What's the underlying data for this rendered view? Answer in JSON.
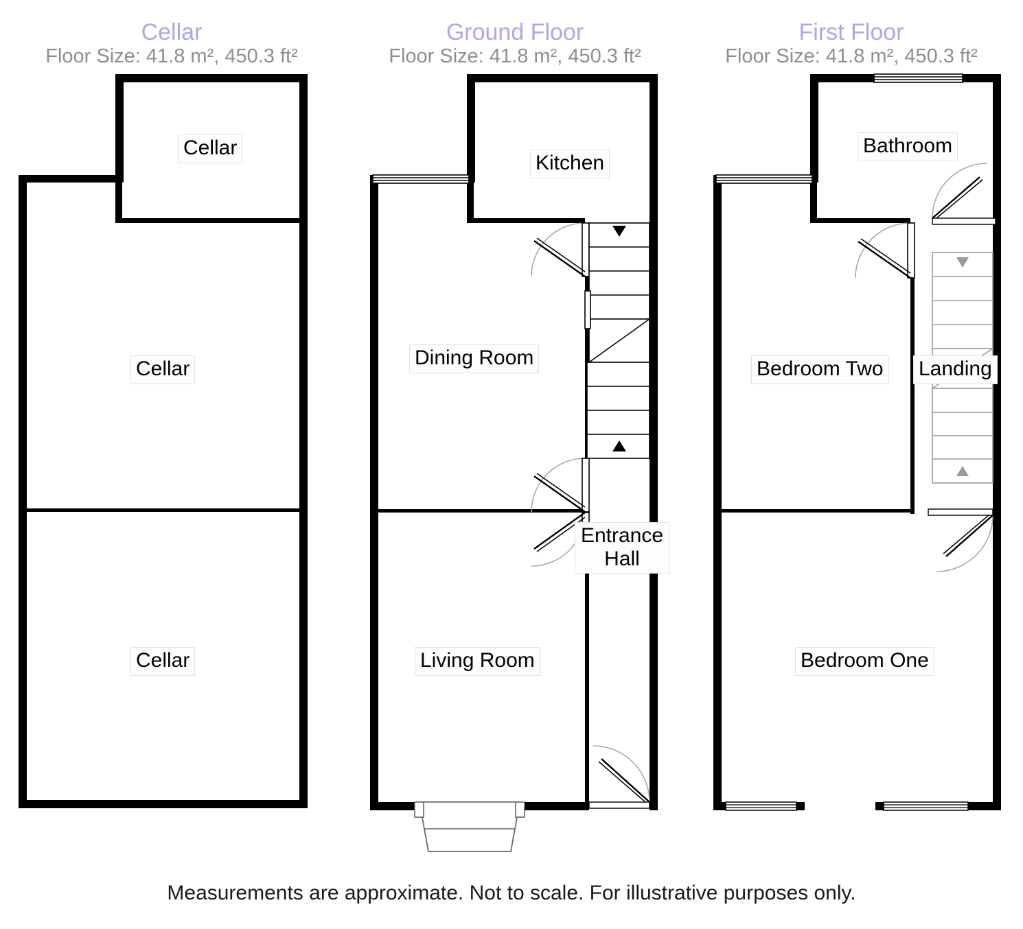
{
  "document": {
    "footer_note": "Measurements are approximate. Not to scale. For illustrative purposes only.",
    "title_color": "#a9a9ea",
    "size_color": "#8f8f8f",
    "wall_color": "#000000",
    "stair_color_ground": "#000000",
    "stair_color_first": "#9a9a9a"
  },
  "floors": [
    {
      "id": "cellar",
      "title": "Cellar",
      "floor_size": "Floor Size: 41.8 m², 450.3 ft²",
      "rooms": [
        {
          "name": "Cellar",
          "label": "Cellar"
        },
        {
          "name": "Cellar",
          "label": "Cellar"
        },
        {
          "name": "Cellar",
          "label": "Cellar"
        }
      ]
    },
    {
      "id": "ground",
      "title": "Ground Floor",
      "floor_size": "Floor Size: 41.8 m², 450.3 ft²",
      "rooms": [
        {
          "name": "Kitchen",
          "label": "Kitchen"
        },
        {
          "name": "Dining Room",
          "label": "Dining Room"
        },
        {
          "name": "Entrance Hall",
          "label": "Entrance Hall"
        },
        {
          "name": "Living Room",
          "label": "Living Room"
        }
      ]
    },
    {
      "id": "first",
      "title": "First Floor",
      "floor_size": "Floor Size: 41.8 m², 450.3 ft²",
      "rooms": [
        {
          "name": "Bathroom",
          "label": "Bathroom"
        },
        {
          "name": "Bedroom Two",
          "label": "Bedroom Two"
        },
        {
          "name": "Landing",
          "label": "Landing"
        },
        {
          "name": "Bedroom One",
          "label": "Bedroom One"
        }
      ]
    }
  ]
}
